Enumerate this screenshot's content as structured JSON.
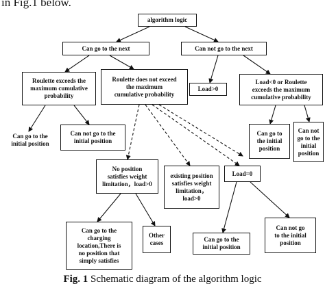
{
  "intro_text": "in Fig.1 below.",
  "colors": {
    "stroke": "#111111",
    "background": "#ffffff"
  },
  "nodes": {
    "algorithm_logic": "algorithm logic",
    "can_go_next": "Can go to the next",
    "can_not_go_next": "Can not go to the next",
    "roulette_exceeds": "Roulette exceeds the\nmaximum cumulative\nprobability",
    "roulette_not_exceed": "Roulette does not exceed\nthe maximum\ncumulative probability",
    "load_gt_0": "Load>0",
    "load_lt0_or_roulette": "Load<0 or Roulette\nexceeds the maximum\ncumulative probability",
    "can_go_initial_1": "Can go to the\ninitial position",
    "can_not_go_initial_1": "Can not go to the\ninitial position",
    "can_go_initial_2": "Can go to\nthe initial\nposition",
    "can_not_go_initial_2": "Can not\ngo to the\ninitial\nposition",
    "no_position_satisfies": "No position\nsatisfies weight\nlimitation，load>0",
    "existing_position": "existing position\nsatisfies weight\nlimitation，\nload>0",
    "load_eq_0": "Load=0",
    "charging_location": "Can go to the\ncharging\nlocation,There is\nno position that\nsimply satisfies",
    "other_cases": "Other\ncases",
    "can_go_initial_3": "Can go to the\ninitial position",
    "can_not_go_initial_3": "Can not go\nto the initial\nposition"
  },
  "caption": {
    "label": "Fig. 1",
    "text": "Schematic diagram of the algorithm logic"
  }
}
